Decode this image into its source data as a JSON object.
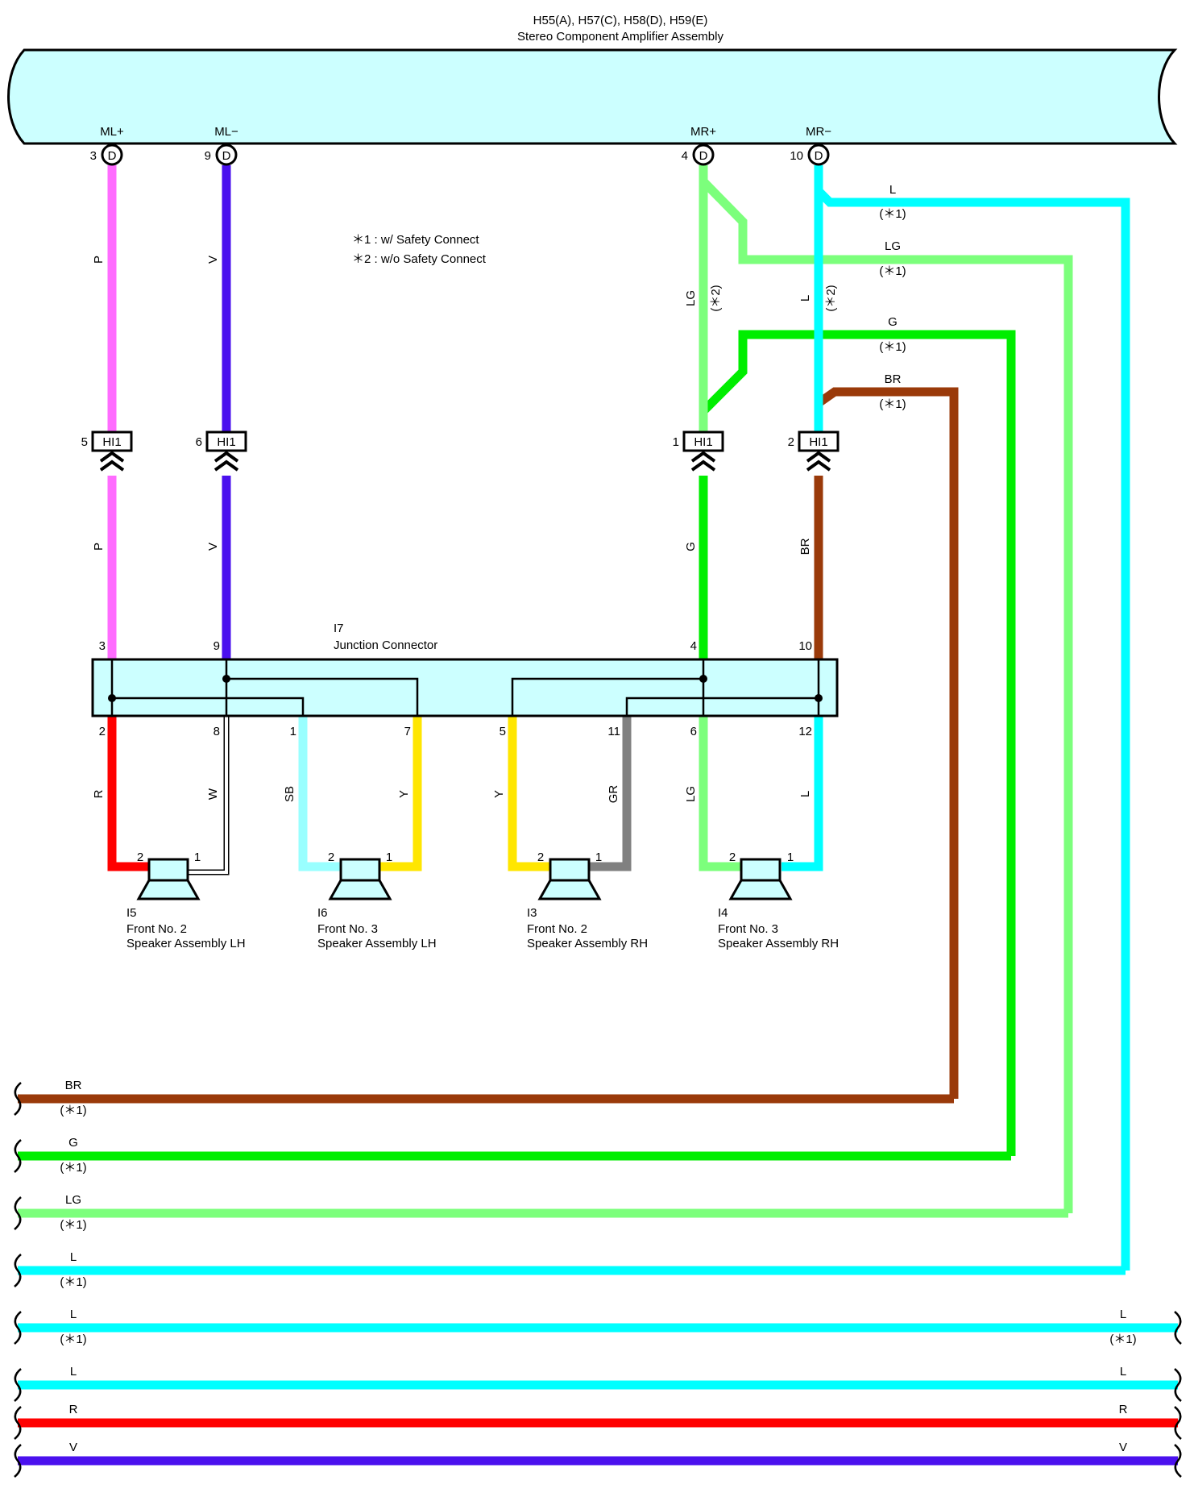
{
  "header": {
    "title": "H55(A), H57(C), H58(D), H59(E)",
    "subtitle": "Stereo Component Amplifier Assembly"
  },
  "notes": {
    "note1": "＊1 : w/ Safety Connect",
    "note2": "＊2 : w/o Safety Connect"
  },
  "colors": {
    "amp_fill": "#ccffff",
    "P": "#ff6cff",
    "V": "#4a10ee",
    "LG": "#7cff7c",
    "L": "#00ffff",
    "G": "#00ee00",
    "BR": "#9a3a0a",
    "R": "#ff0000",
    "W": "#ffffff",
    "SB": "#99ffff",
    "Y": "#ffe600",
    "GR": "#808080"
  },
  "amp_terminals": [
    {
      "id": "ml-plus",
      "name": "ML+",
      "pin": "3",
      "conn": "D"
    },
    {
      "id": "ml-minus",
      "name": "ML−",
      "pin": "9",
      "conn": "D"
    },
    {
      "id": "mr-plus",
      "name": "MR+",
      "pin": "4",
      "conn": "D"
    },
    {
      "id": "mr-minus",
      "name": "MR−",
      "pin": "10",
      "conn": "D"
    }
  ],
  "hi1_connectors": [
    {
      "pin": "5",
      "label": "HI1"
    },
    {
      "pin": "6",
      "label": "HI1"
    },
    {
      "pin": "1",
      "label": "HI1"
    },
    {
      "pin": "2",
      "label": "HI1"
    }
  ],
  "wire_labels": {
    "ml_plus_upper": "P",
    "ml_minus_upper": "V",
    "ml_plus_lower": "P",
    "ml_minus_lower": "V",
    "mr_plus_upper": "LG",
    "mr_plus_upper_note": "(＊2)",
    "mr_minus_upper": "L",
    "mr_minus_upper_note": "(＊2)",
    "mr_plus_lower": "G",
    "mr_minus_lower": "BR"
  },
  "branch_labels": [
    {
      "color": "L",
      "note": "(＊1)"
    },
    {
      "color": "LG",
      "note": "(＊1)"
    },
    {
      "color": "G",
      "note": "(＊1)"
    },
    {
      "color": "BR",
      "note": "(＊1)"
    }
  ],
  "junction": {
    "id": "I7",
    "name": "Junction Connector",
    "top_pins": [
      "3",
      "9",
      "4",
      "10"
    ],
    "bottom_pins": [
      "2",
      "8",
      "1",
      "7",
      "5",
      "11",
      "6",
      "12"
    ]
  },
  "speakers": [
    {
      "id": "I5",
      "line1": "Front No.  2",
      "line2": "Speaker Assembly LH",
      "wire_a": "R",
      "wire_b": "W",
      "pin_a": "2",
      "pin_b": "1"
    },
    {
      "id": "I6",
      "line1": "Front No.  3",
      "line2": "Speaker Assembly LH",
      "wire_a": "SB",
      "wire_b": "Y",
      "pin_a": "2",
      "pin_b": "1"
    },
    {
      "id": "I3",
      "line1": "Front No.  2",
      "line2": "Speaker Assembly RH",
      "wire_a": "Y",
      "wire_b": "GR",
      "pin_a": "2",
      "pin_b": "1"
    },
    {
      "id": "I4",
      "line1": "Front No.  3",
      "line2": "Speaker Assembly RH",
      "wire_a": "LG",
      "wire_b": "L",
      "pin_a": "2",
      "pin_b": "1"
    }
  ],
  "bottom_wires": [
    {
      "color": "BR",
      "left": "BR",
      "left_note": "(＊1)"
    },
    {
      "color": "G",
      "left": "G",
      "left_note": "(＊1)"
    },
    {
      "color": "LG",
      "left": "LG",
      "left_note": "(＊1)"
    },
    {
      "color": "L",
      "left": "L",
      "left_note": "(＊1)"
    },
    {
      "color": "L",
      "left": "L",
      "left_note": "(＊1)",
      "right": "L",
      "right_note": "(＊1)"
    },
    {
      "color": "L",
      "left": "L",
      "right": "L"
    },
    {
      "color": "R",
      "left": "R",
      "right": "R"
    },
    {
      "color": "V",
      "left": "V",
      "right": "V"
    }
  ]
}
